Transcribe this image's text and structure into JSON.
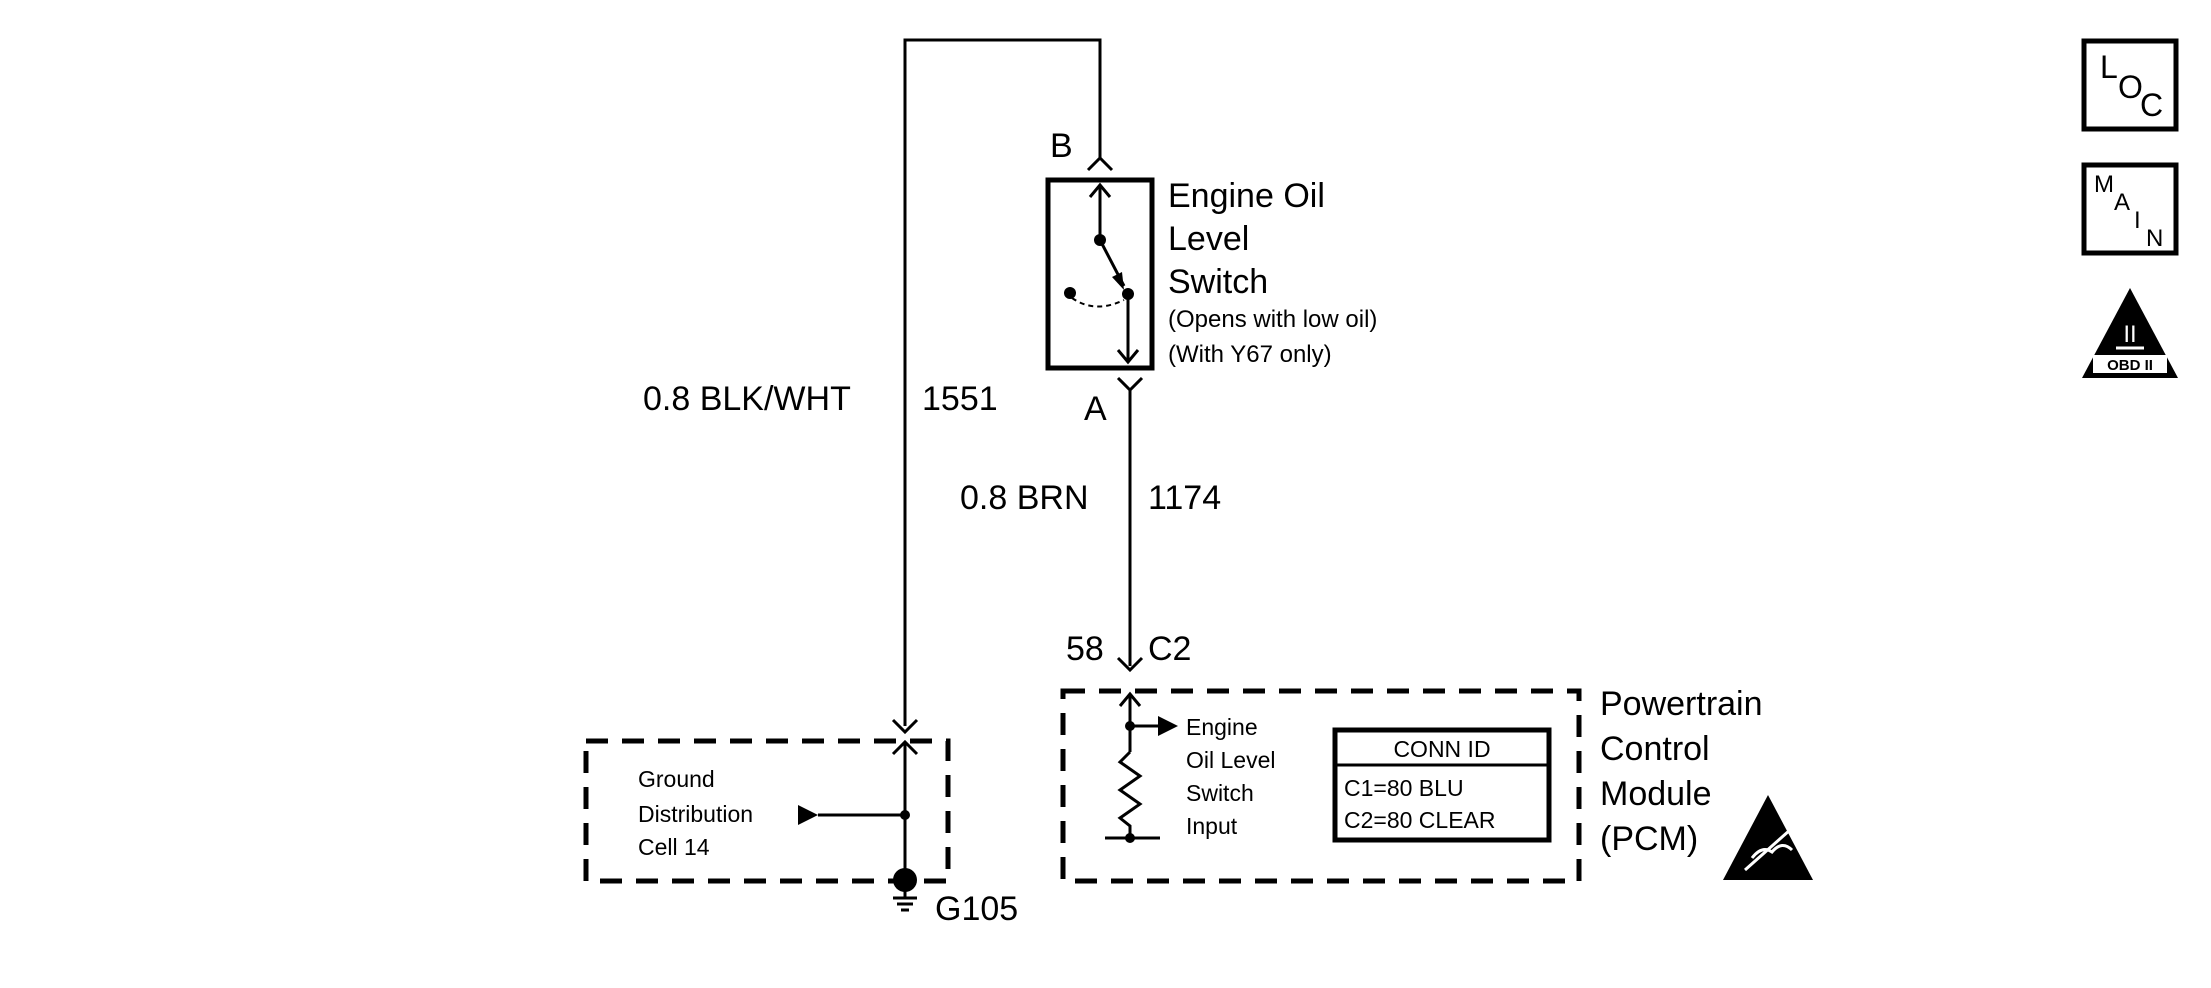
{
  "switch": {
    "name_line1": "Engine Oil",
    "name_line2": "Level",
    "name_line3": "Switch",
    "note1": "(Opens with low oil)",
    "note2": "(With Y67 only)",
    "pin_top": "B",
    "pin_bottom": "A"
  },
  "wires": {
    "ground_wire_color": "0.8 BLK/WHT",
    "ground_wire_circuit": "1551",
    "signal_wire_color": "0.8 BRN",
    "signal_wire_circuit": "1174"
  },
  "pcm_connector": {
    "pin": "58",
    "connector": "C2"
  },
  "ground_cell": {
    "line1": "Ground",
    "line2": "Distribution",
    "line3": "Cell 14",
    "ground_id": "G105"
  },
  "pcm": {
    "name_line1": "Powertrain",
    "name_line2": "Control",
    "name_line3": "Module",
    "name_line4": "(PCM)",
    "input_line1": "Engine",
    "input_line2": "Oil Level",
    "input_line3": "Switch",
    "input_line4": "Input",
    "conn_id_title": "CONN ID",
    "conn_c1": "C1=80 BLU",
    "conn_c2": "C2=80 CLEAR"
  },
  "icons": {
    "loc": {
      "l": "L",
      "o": "O",
      "c": "C"
    },
    "main": {
      "m": "M",
      "a": "A",
      "i": "I",
      "n": "N"
    },
    "obd": {
      "numeral": "II",
      "label": "OBD II"
    }
  }
}
